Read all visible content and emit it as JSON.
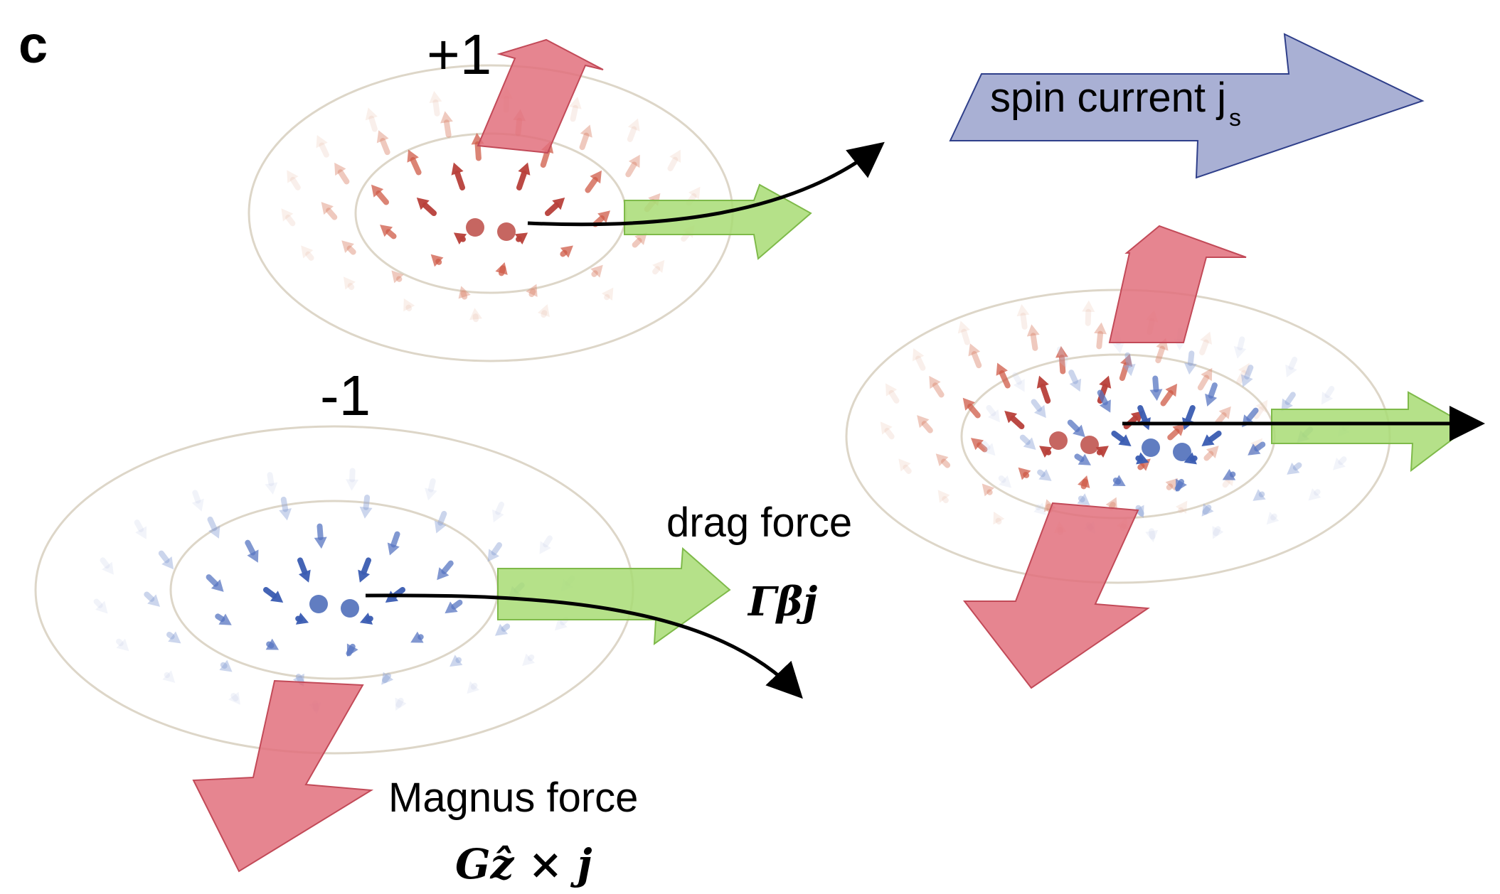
{
  "panel_label": "c",
  "charge_plus": "+1",
  "charge_minus": "-1",
  "spin_current": {
    "text": "spin current j",
    "subscript": "s"
  },
  "drag_force": {
    "label": "drag force",
    "formula": "Γβj"
  },
  "magnus_force": {
    "label": "Magnus force",
    "formula": "Gẑ × j"
  },
  "colors": {
    "red_arrow": "#e2707c",
    "green_arrow": "#a8dc74",
    "blue_arrow": "#a9b0d4",
    "spin_up": "#b8403a",
    "spin_down": "#3a5cb2",
    "ring": "#ddd6c8"
  },
  "icons": [
    "skyrmion-spin-texture",
    "force-arrow",
    "trajectory-arrow"
  ]
}
